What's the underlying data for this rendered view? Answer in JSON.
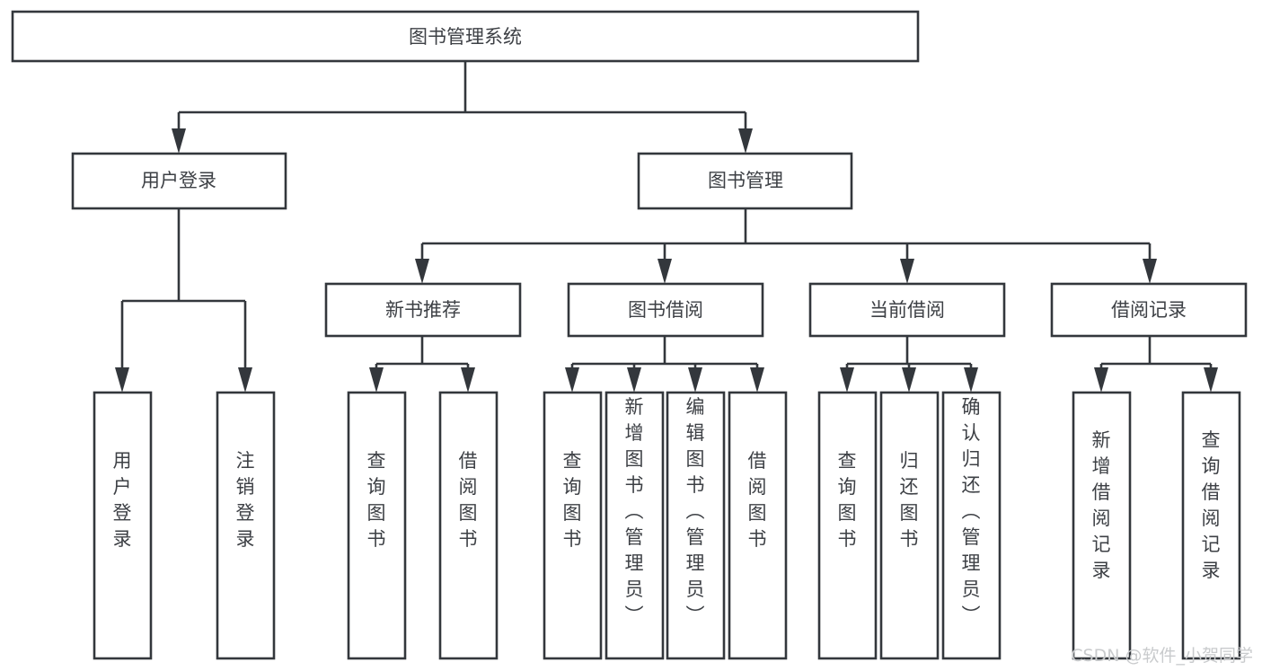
{
  "diagram": {
    "type": "tree-hierarchy-chart",
    "title": "图书管理系统",
    "root": {
      "id": "root",
      "label": "图书管理系统"
    },
    "level2": [
      {
        "id": "user-login",
        "label": "用户登录"
      },
      {
        "id": "book-manage",
        "label": "图书管理"
      }
    ],
    "level3": [
      {
        "id": "new-book-recommend",
        "label": "新书推荐",
        "parent": "book-manage"
      },
      {
        "id": "book-borrow",
        "label": "图书借阅",
        "parent": "book-manage"
      },
      {
        "id": "current-borrow",
        "label": "当前借阅",
        "parent": "book-manage"
      },
      {
        "id": "borrow-record",
        "label": "借阅记录",
        "parent": "book-manage"
      }
    ],
    "leaves": {
      "user-login": [
        {
          "id": "leaf-user-login",
          "label": "用户登录"
        },
        {
          "id": "leaf-logout-login",
          "label": "注销登录"
        }
      ],
      "new-book-recommend": [
        {
          "id": "leaf-query-book-1",
          "label": "查询图书"
        },
        {
          "id": "leaf-borrow-book-1",
          "label": "借阅图书"
        }
      ],
      "book-borrow": [
        {
          "id": "leaf-query-book-2",
          "label": "查询图书"
        },
        {
          "id": "leaf-add-book",
          "label": "新增图书（管理员）"
        },
        {
          "id": "leaf-edit-book",
          "label": "编辑图书（管理员）"
        },
        {
          "id": "leaf-borrow-book-2",
          "label": "借阅图书"
        }
      ],
      "current-borrow": [
        {
          "id": "leaf-query-book-3",
          "label": "查询图书"
        },
        {
          "id": "leaf-return-book",
          "label": "归还图书"
        },
        {
          "id": "leaf-confirm-return",
          "label": "确认归还（管理员）"
        }
      ],
      "borrow-record": [
        {
          "id": "leaf-add-record",
          "label": "新增借阅记录"
        },
        {
          "id": "leaf-query-record",
          "label": "查询借阅记录"
        }
      ]
    },
    "watermark": "CSDN @软件_小贺同学",
    "colors": {
      "background": "#ffffff",
      "box_fill": "#ffffff",
      "box_stroke": "#33373c",
      "text": "#3d4045",
      "watermark": "#c9cbcd"
    }
  }
}
